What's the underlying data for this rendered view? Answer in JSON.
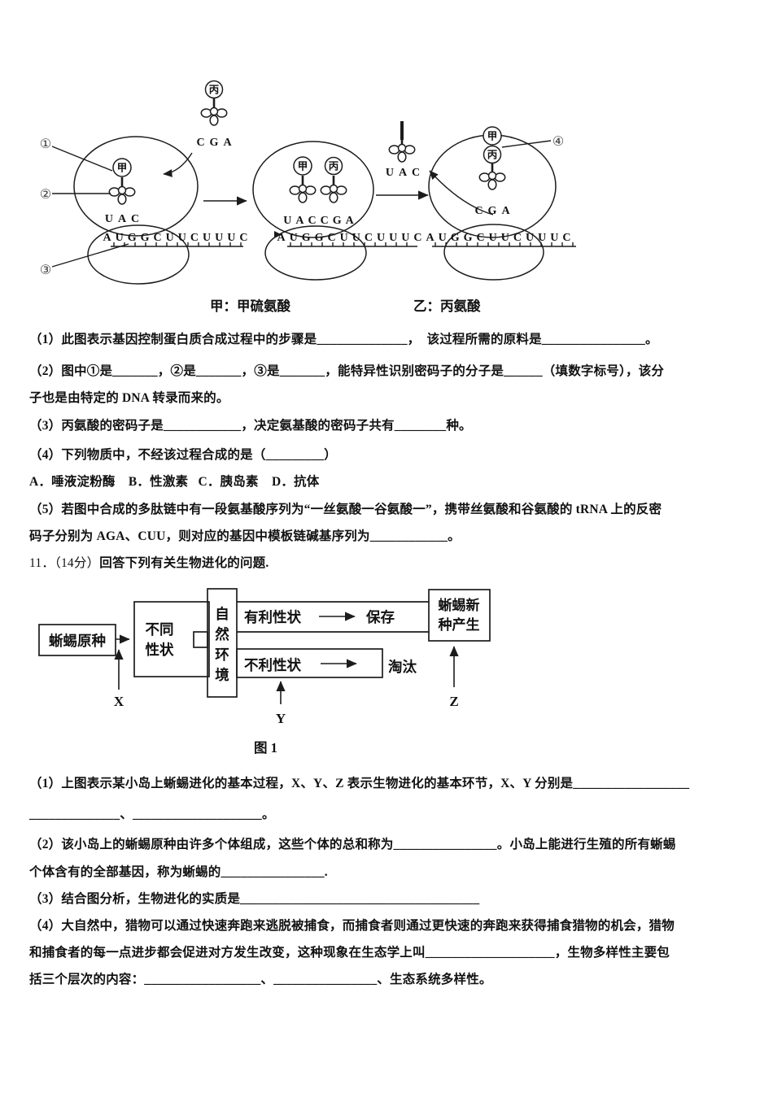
{
  "figure1": {
    "n1": "①",
    "n2": "②",
    "n3": "③",
    "n4": "④",
    "jia": "甲",
    "bing": "丙",
    "anticodon_uac": "UAC",
    "anticodon_cga": "CGA",
    "anticodons_uaccga": "UACCGA",
    "mrna": "AUGGCUUCUUUC",
    "caption_left": "甲：甲硫氨酸",
    "caption_right": "乙：丙氨酸"
  },
  "questions10": {
    "p1": "（1）此图表示基因控制蛋白质合成过程中的步骤是______________，  该过程所需的原料是________________。",
    "p2": "（2）图中①是_______，②是_______，③是_______，能特异性识别密码子的分子是______（填数字标号），该分",
    "p2b": "子也是由特定的 DNA 转录而来的。",
    "p3": "（3）丙氨酸的密码子是____________，决定氨基酸的密码子共有________种。",
    "p4": "（4）下列物质中，不经该过程合成的是（_________）",
    "p4opts": "A．唾液淀粉酶    B．性激素   C．胰岛素    D．抗体",
    "p5": "（5）若图中合成的多肽链中有一段氨基酸序列为“一丝氨酸一谷氨酸一”，携带丝氨酸和谷氨酸的 tRNA 上的反密",
    "p5b": "码子分别为 AGA、CUU，则对应的基因中模板链碱基序列为____________。"
  },
  "q11_header": {
    "num": "11．（14分）",
    "text": "回答下列有关生物进化的问题."
  },
  "figure2": {
    "box_origin": "蜥蜴原种",
    "traits_l1": "不同",
    "traits_l2": "性状",
    "env": [
      "自",
      "然",
      "环",
      "境"
    ],
    "favorable": "有利性状",
    "preserved": "保存",
    "unfavorable": "不利性状",
    "eliminated": "淘汰",
    "new_l1": "蜥蜴新",
    "new_l2": "种产生",
    "x": "X",
    "y": "Y",
    "z": "Z",
    "caption": "图 1"
  },
  "questions11": {
    "r1": "（1）上图表示某小岛上蜥蜴进化的基本过程，X、Y、Z 表示生物进化的基本环节，X、Y 分别是__________________",
    "r1b": "______________、____________________。",
    "r2": "（2）该小岛上的蜥蜴原种由许多个体组成，这些个体的总和称为________________。小岛上能进行生殖的所有蜥蜴",
    "r2b": "个体含有的全部基因，称为蜥蜴的________________.",
    "r3": "（3）结合图分析，生物进化的实质是_____________________________________",
    "r4": "（4）大自然中，猎物可以通过快速奔跑来逃脱被捕食，而捕食者则通过更快速的奔跑来获得捕食猎物的机会，猎物",
    "r4b": "和捕食者的每一点进步都会促进对方发生改变，这种现象在生态学上叫____________________，生物多样性主要包",
    "r4c": "括三个层次的内容：__________________、________________、生态系统多样性。"
  }
}
